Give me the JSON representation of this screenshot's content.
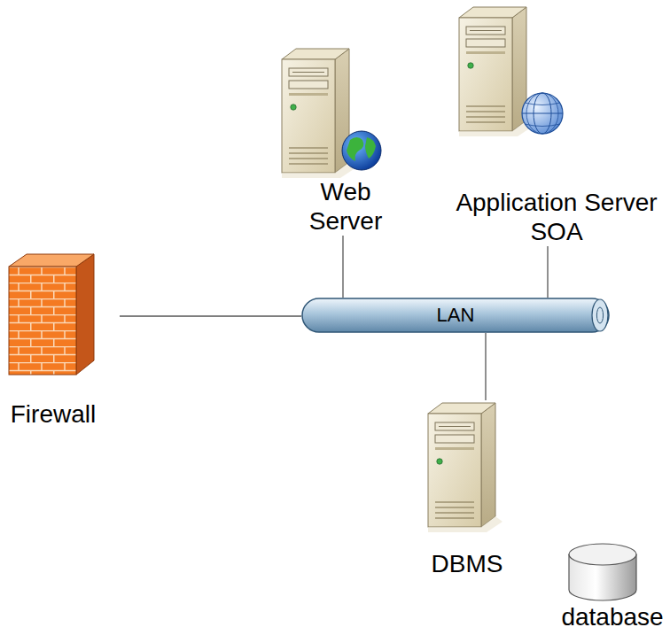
{
  "diagram": {
    "nodes": [
      {
        "text": [
          "Web Server"
        ]
      },
      {
        "text": [
          "Application Server SOA"
        ]
      },
      {
        "text": [
          "LAN"
        ]
      },
      {
        "text": [
          "Firewall"
        ]
      },
      {
        "text": [
          "DBMS"
        ]
      },
      {
        "text": [
          "database"
        ]
      }
    ],
    "edges": [
      {
        "from": 0,
        "to": 2,
        "arrow": "none"
      },
      {
        "from": 1,
        "to": 2,
        "arrow": "none"
      },
      {
        "from": 3,
        "to": 2,
        "arrow": "none"
      },
      {
        "from": 2,
        "to": 4,
        "arrow": "none"
      }
    ]
  }
}
